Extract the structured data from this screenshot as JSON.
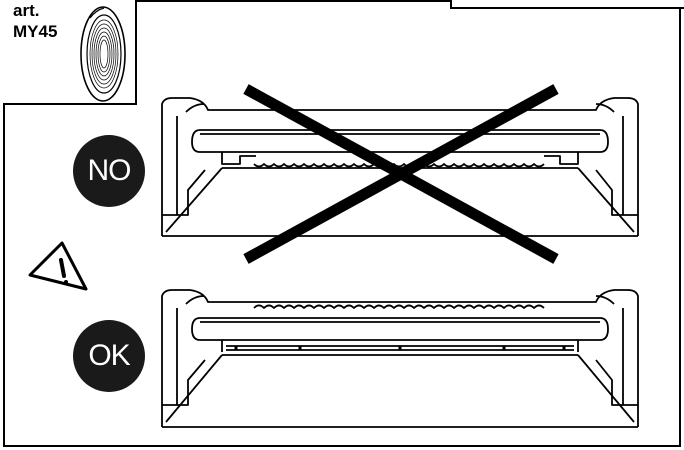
{
  "article": {
    "label_line1": "art.",
    "label_line2": "MY45"
  },
  "badges": {
    "no_label": "NO",
    "ok_label": "OK"
  },
  "icons": {
    "product": "grille-disc-icon",
    "warning": "warning-triangle-icon",
    "cross": "cross-mark-icon"
  },
  "colors": {
    "ink": "#000000",
    "badge_fill": "#1a1a1a",
    "badge_text": "#ffffff"
  }
}
